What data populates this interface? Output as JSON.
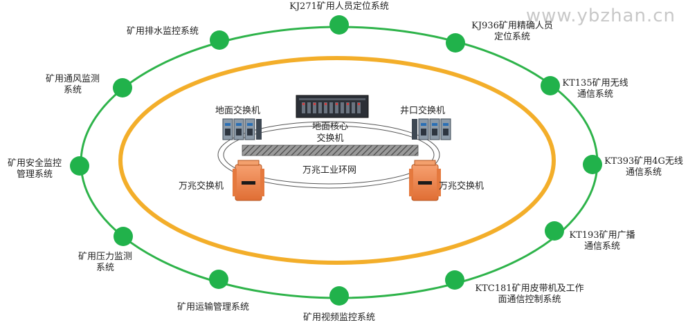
{
  "watermark": "www.ybzhan.cn",
  "colors": {
    "outer_ring": "#2eb34a",
    "node": "#21b24b",
    "inner_ring": "#f3ae2a",
    "ring_network": "#555555",
    "switch_orange": "#f08a4b",
    "switch_gray": "#8c9aa8",
    "core_switch": "#2b2f36"
  },
  "center": {
    "ground_switch": "地面交换机",
    "wellhead_switch": "井口交换机",
    "core_switch_line1": "地面核心",
    "core_switch_line2": "交换机",
    "ring_network": "万兆工业环网",
    "gigabit_switch_left": "万兆交换机",
    "gigabit_switch_right": "万兆交换机"
  },
  "systems": [
    {
      "line1": "KJ271矿用人员定位系统",
      "line2": ""
    },
    {
      "line1": "KJ936矿用精确人员",
      "line2": "定位系统"
    },
    {
      "line1": "KT135矿用无线",
      "line2": "通信系统"
    },
    {
      "line1": "KT393矿用4G无线",
      "line2": "通信系统"
    },
    {
      "line1": "KT193矿用广播",
      "line2": "通信系统"
    },
    {
      "line1": "KTC181矿用皮带机及工作",
      "line2": "面通信控制系统"
    },
    {
      "line1": "矿用视频监控系统",
      "line2": ""
    },
    {
      "line1": "矿用运输管理系统",
      "line2": ""
    },
    {
      "line1": "矿用压力监测",
      "line2": "系统"
    },
    {
      "line1": "矿用安全监控",
      "line2": "管理系统"
    },
    {
      "line1": "矿用通风监测",
      "line2": "系统"
    },
    {
      "line1": "矿用排水监控系统",
      "line2": ""
    }
  ]
}
